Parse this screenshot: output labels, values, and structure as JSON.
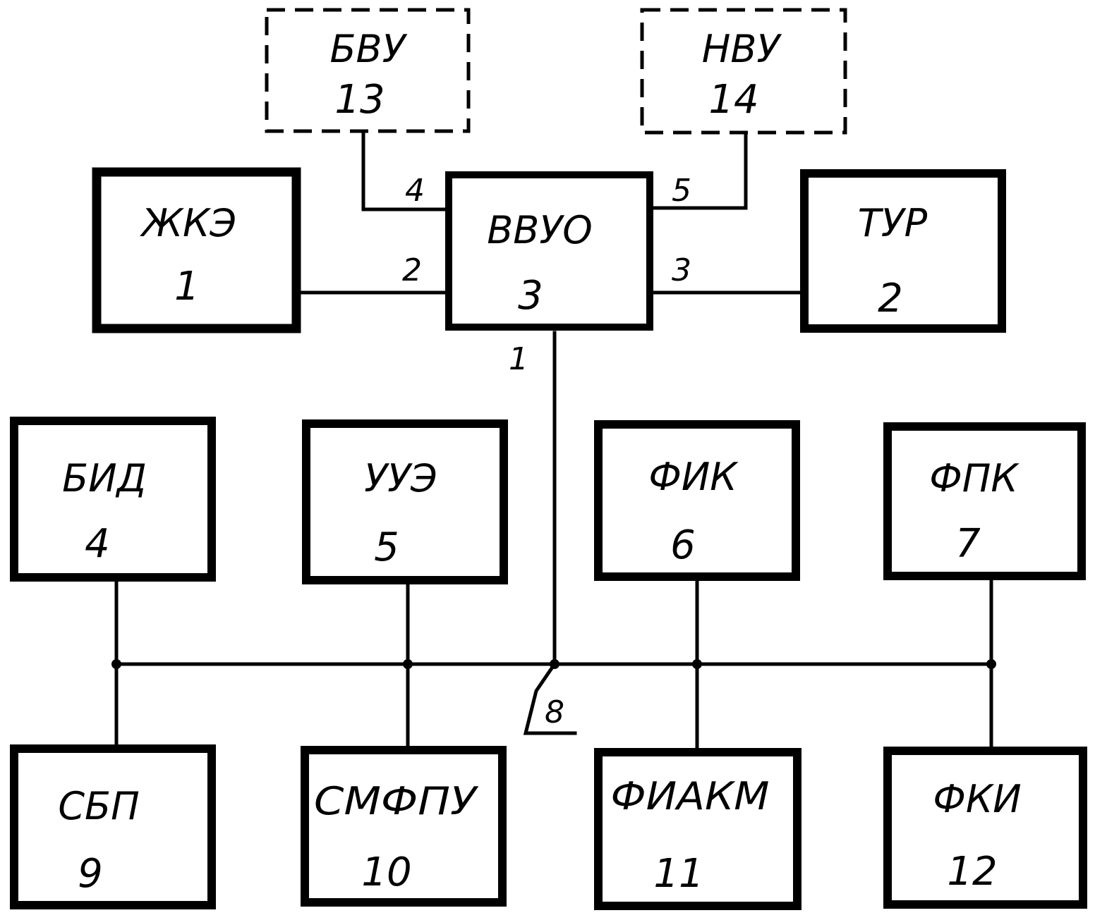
{
  "diagram": {
    "line_color": "#000000",
    "background": "#ffffff",
    "blocks": {
      "bvu": {
        "name": "БВУ",
        "number": "13",
        "style": "dashed"
      },
      "nvu": {
        "name": "НВУ",
        "number": "14",
        "style": "dashed"
      },
      "zhke": {
        "name": "ЖКЭ",
        "number": "1",
        "style": "solid"
      },
      "vvuo": {
        "name": "ВВУО",
        "number": "3",
        "style": "solid"
      },
      "tur": {
        "name": "ТУР",
        "number": "2",
        "style": "solid"
      },
      "bid": {
        "name": "БИД",
        "number": "4",
        "style": "solid"
      },
      "uue": {
        "name": "УУЭ",
        "number": "5",
        "style": "solid"
      },
      "fik": {
        "name": "ФИК",
        "number": "6",
        "style": "solid"
      },
      "fpk": {
        "name": "ФПК",
        "number": "7",
        "style": "solid"
      },
      "sbp": {
        "name": "СБП",
        "number": "9",
        "style": "solid"
      },
      "smfpu": {
        "name": "СМФПУ",
        "number": "10",
        "style": "solid"
      },
      "fiakm": {
        "name": "ФИАКМ",
        "number": "11",
        "style": "solid"
      },
      "fki": {
        "name": "ФКИ",
        "number": "12",
        "style": "solid"
      }
    },
    "ports": {
      "p1": "1",
      "p2": "2",
      "p3": "3",
      "p4": "4",
      "p5": "5"
    },
    "bus_label": "8"
  }
}
